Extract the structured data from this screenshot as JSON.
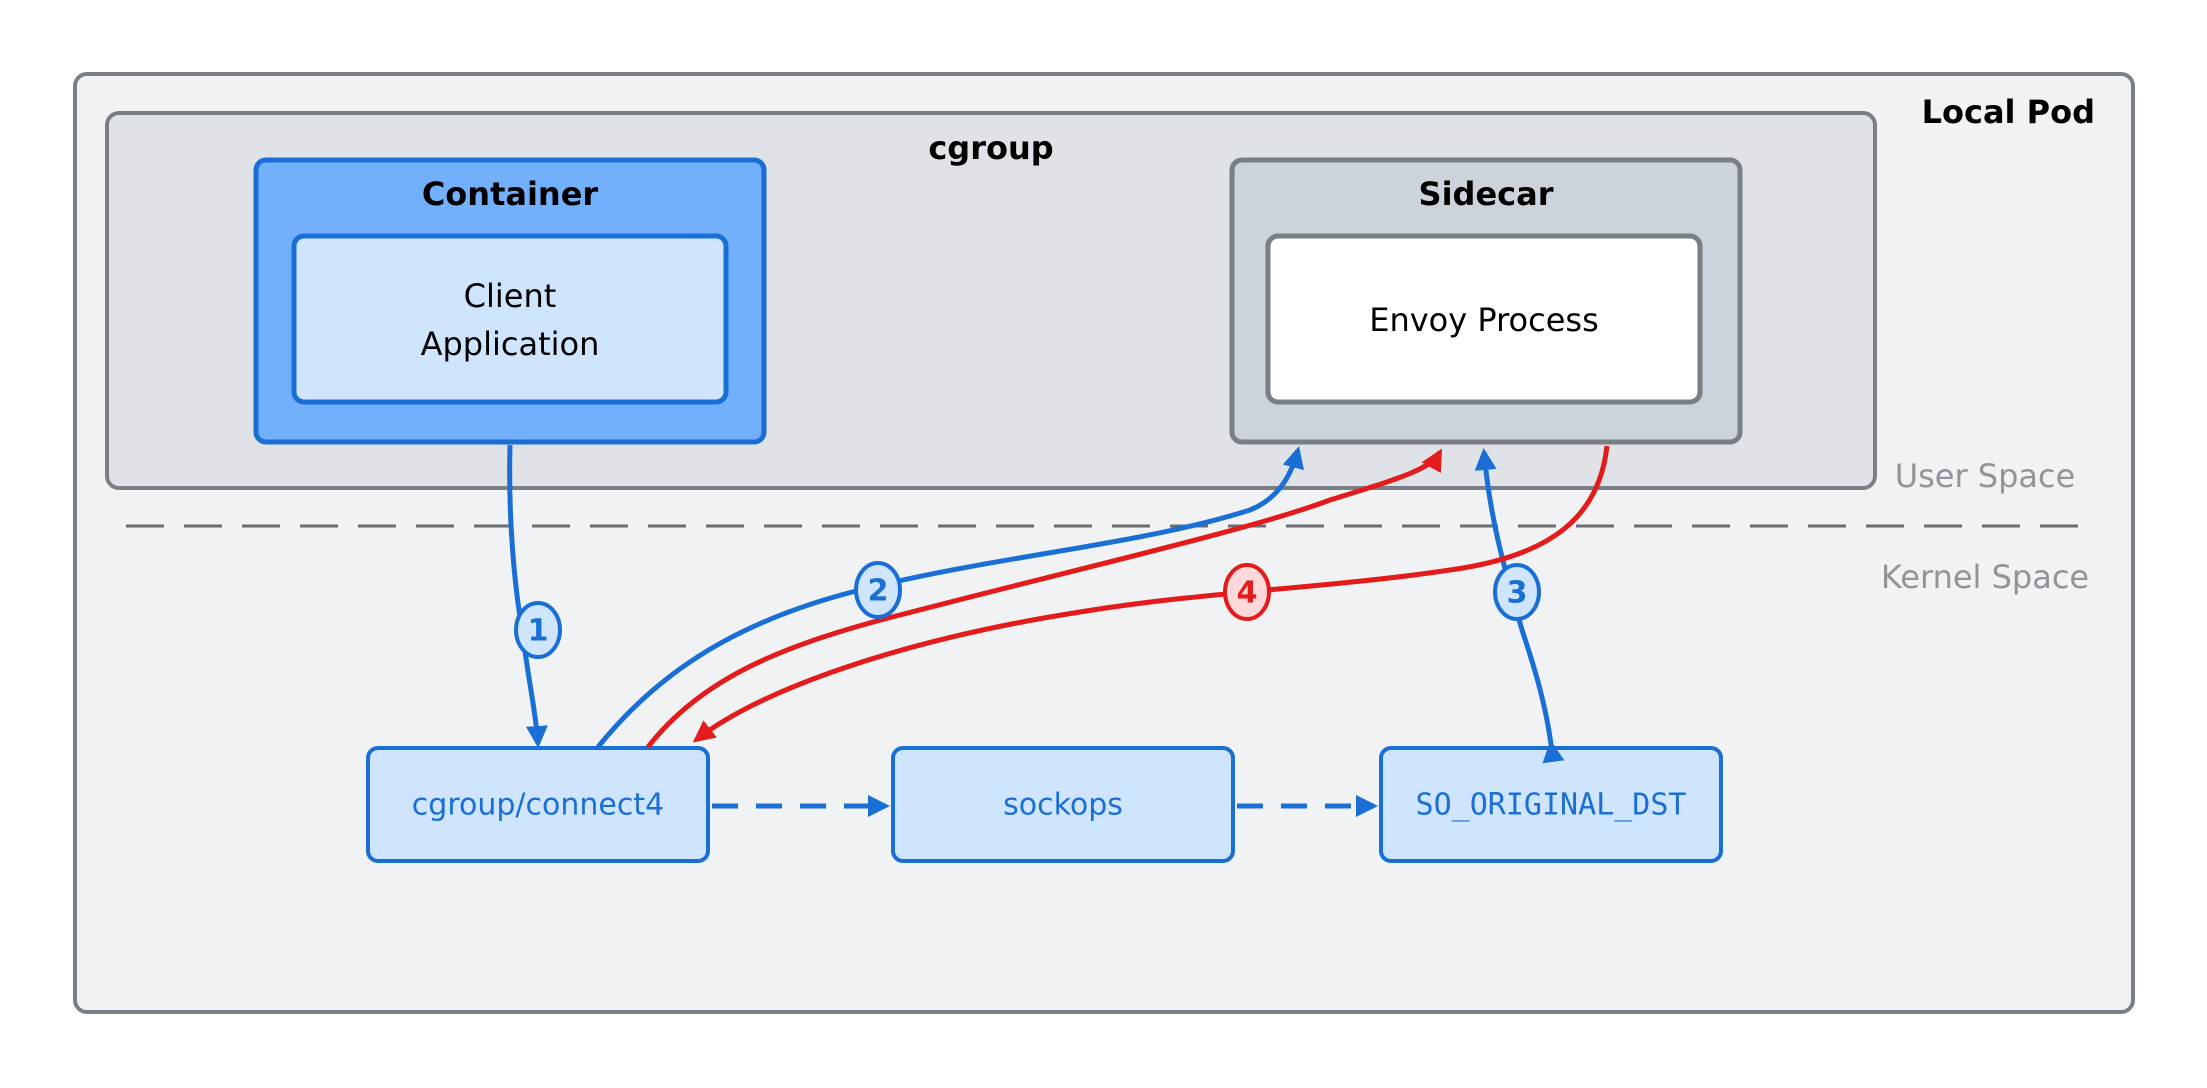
{
  "diagram": {
    "pod_label": "Local Pod",
    "cgroup_label": "cgroup",
    "container_label": "Container",
    "client_app_line1": "Client",
    "client_app_line2": "Application",
    "sidecar_label": "Sidecar",
    "envoy_label": "Envoy Process",
    "user_space_label": "User Space",
    "kernel_space_label": "Kernel Space",
    "kernel_nodes": {
      "connect4": "cgroup/connect4",
      "sockops": "sockops",
      "original_dst": "SO_ORIGINAL_DST"
    },
    "steps": {
      "step1": "1",
      "step2": "2",
      "step3": "3",
      "step4": "4"
    }
  },
  "colors": {
    "blue_flow": "#1a6fd6",
    "red_flow": "#e31b1b",
    "pod_bg": "#f0f2f4",
    "cgroup_bg": "#dfe2e6",
    "container_bg": "#72b0fb",
    "node_bg": "#cfe4fd",
    "sidecar_bg": "#cdd3da",
    "border_grey": "#7a7f85"
  }
}
